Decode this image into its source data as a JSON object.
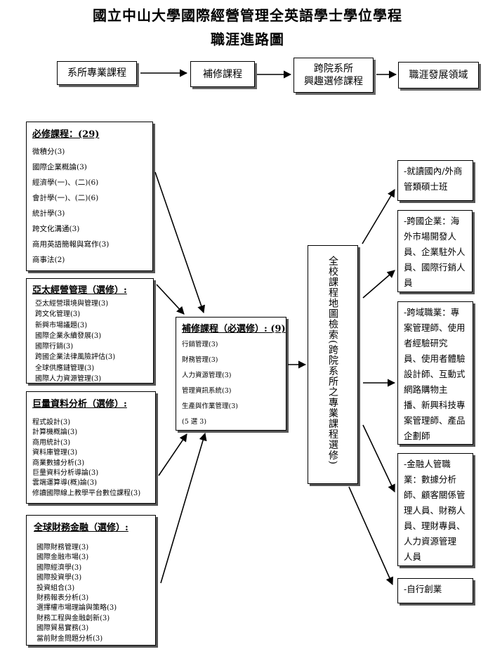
{
  "title": {
    "line1": "國立中山大學國際經營管理全英語學士學位學程",
    "line2": "職涯進路圖"
  },
  "flow": [
    "系所專業課程",
    "補修課程",
    "跨院系所\n興趣選修課程",
    "職涯發展領域"
  ],
  "required": {
    "heading": "必修課程：(29)",
    "items": [
      "微積分(3)",
      "國際企業概論(3)",
      "經濟學(一)、(二)(6)",
      "會計學(一)、(二)(6)",
      "統計學(3)",
      "跨文化溝通(3)",
      "商用英語簡報與寫作(3)",
      "商事法(2)"
    ]
  },
  "asia": {
    "heading": "亞太經營管理（選修）:",
    "items": [
      "亞太經營環境與管理(3)",
      "跨文化管理(3)",
      "新興市場議題(3)",
      "國際企業永續發展(3)",
      "國際行銷(3)",
      "跨國企業法律風險評估(3)",
      "全球供應鏈管理(3)",
      "國際人力資源管理(3)"
    ]
  },
  "bigdata": {
    "heading": "巨量資料分析（選修）:",
    "items": [
      "程式設計(3)",
      "計算機概論(3)",
      "商用統計(3)",
      "資料庫管理(3)",
      "商業數據分析(3)",
      "巨量資料分析導論(3)",
      "雲端運算導(概)論(3)",
      "修讀國際線上教學平台數位課程(3)"
    ]
  },
  "finance": {
    "heading": "全球財務金融（選修）:",
    "items": [
      "國際財務管理(3)",
      "國際金融市場(3)",
      "國際經濟學(3)",
      "國際投資學(3)",
      "投資組合(3)",
      "財務報表分析(3)",
      "選擇權市場理論與策略(3)",
      "財務工程與金融創新(3)",
      "國際貿易實務(3)",
      "當前財金問題分析(3)"
    ]
  },
  "supplement": {
    "heading": "補修課程（必選修）: (9)",
    "items": [
      "行銷管理(3)",
      "財務管理(3)",
      "人力資源管理(3)",
      "管理資訊系統(3)",
      "生產與作業管理(3)",
      "(5 選 3)"
    ]
  },
  "search": "全校課程地圖檢索(跨院系所之專業課程選修)",
  "careers": [
    "-就讀國內/外商\n管類碩士班",
    "-跨國企業：海\n外市場開發人\n員、企業駐外人\n員、國際行銷人\n員",
    "-跨域職業：專\n案管理師、使用\n者經驗研究\n員、使用者體驗\n設計師、互動式\n網路購物主\n播、新興科技專\n案管理師、產品\n企劃師",
    "-金融人管職\n業：數據分析\n師、顧客關係管\n理人員、財務人\n員、理財專員、\n人力資源管理\n人員",
    "-自行創業"
  ]
}
